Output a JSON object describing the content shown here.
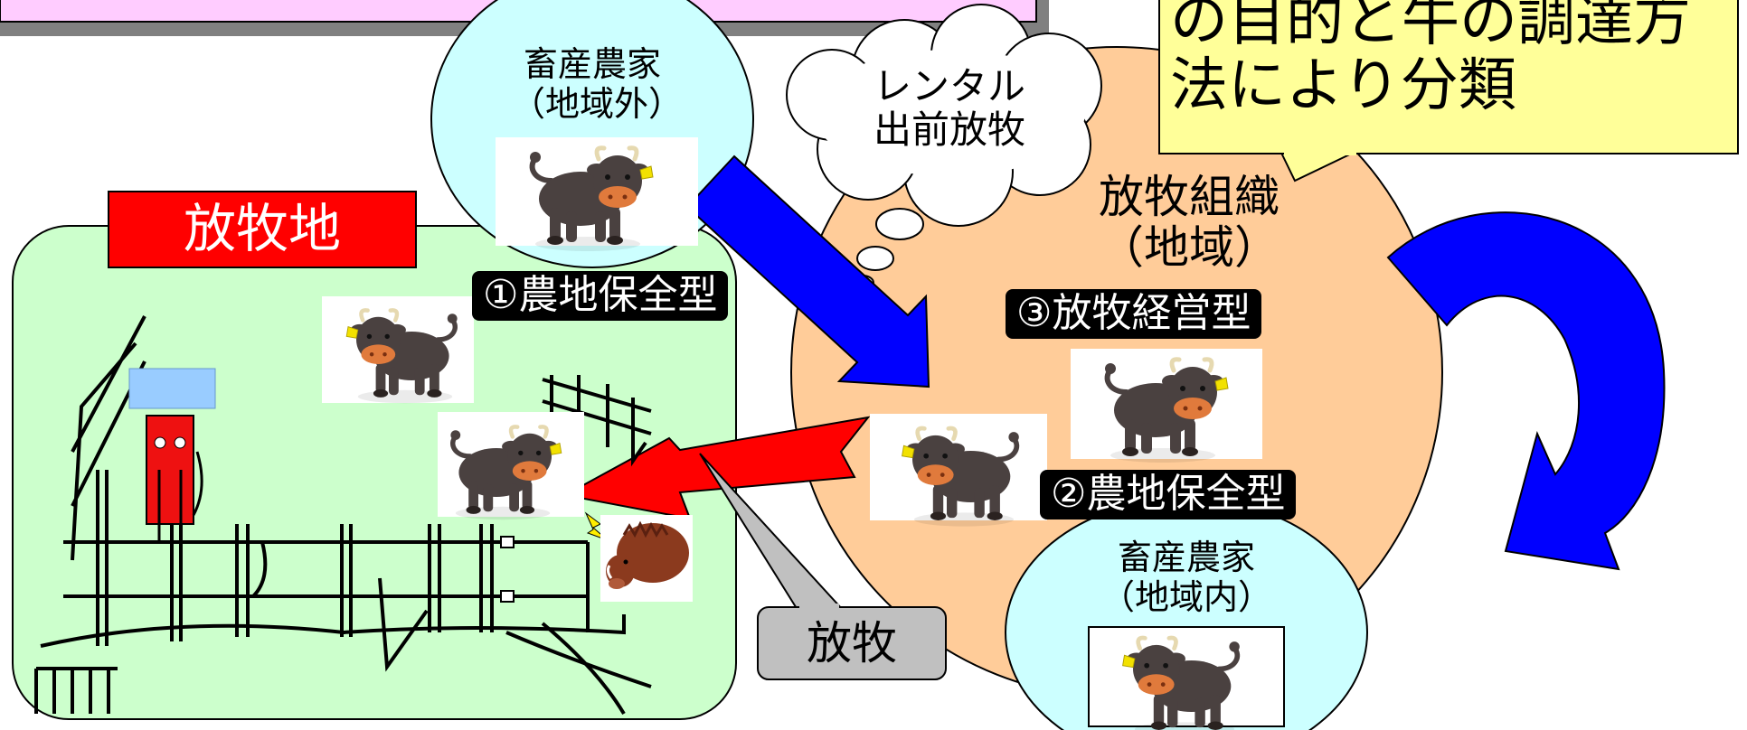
{
  "callout": {
    "line1": "の目的と牛の調達方",
    "line2": "法により分類"
  },
  "farmer_outside": {
    "title": "畜産農家",
    "subtitle": "（地域外）"
  },
  "thought_bubble": {
    "line1": "レンタル",
    "line2": "出前放牧"
  },
  "pasture": {
    "title": "放牧地"
  },
  "organization": {
    "title": "放牧組織",
    "subtitle": "（地域）"
  },
  "type_labels": {
    "type1": "①農地保全型",
    "type2": "②農地保全型",
    "type3": "③放牧経営型"
  },
  "farmer_inside": {
    "title": "畜産農家",
    "subtitle": "（地域内）"
  },
  "grazing_label": "放牧",
  "icons": [
    "cow-icon",
    "wild-boar-icon",
    "electric-fence-energizer-icon",
    "solar-panel-icon",
    "electric-fence-icon",
    "lightning-icon"
  ],
  "colors": {
    "pasture_bg": "#ccffcc",
    "pasture_title_bg": "#ff0000",
    "organization_bg": "#ffcc99",
    "farmer_bubble_bg": "#ccffff",
    "callout_bg": "#ffff99",
    "top_banner_bg": "#ffccff",
    "arrow_blue": "#0000ff",
    "arrow_red": "#ff0000",
    "grazing_label_bg": "#c0c0c0"
  }
}
